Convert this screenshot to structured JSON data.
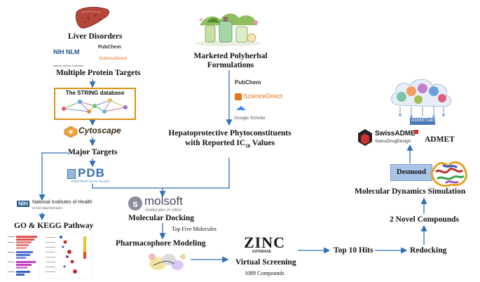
{
  "left_column": {
    "liver_disorders": "Liver Disorders",
    "nih_nlm": "NIH NLM",
    "nih_nlm_sub": "National Library of Medicine",
    "pubchem": "PubChem",
    "sciencedirect": "ScienceDirect",
    "multiple_protein_targets": "Multiple Protein Targets",
    "string_db": "The STRING database",
    "cytoscape": "Cytoscape",
    "major_targets": "Major Targets",
    "pdb": "PDB",
    "pdb_sub": "PROTEIN DATA BANK",
    "nih_david": "National Institutes of Health",
    "nih_david_sub": "DAVID Bioinformatics",
    "nih_badge": "NIH",
    "go_kegg": "GO & KEGG Pathway"
  },
  "center_column": {
    "marketed_line1": "Marketed Polyherbal",
    "marketed_line2": "Formulations",
    "pubchem": "PubChem",
    "sciencedirect": "ScienceDirect",
    "google_scholar": "Google Scholar",
    "hepato_line1": "Hepatoprotective Phytoconstituents",
    "hepato_line2_pre": "with Reported IC",
    "hepato_sub": "50",
    "hepato_line2_post": " Values",
    "molsoft": "molsoft",
    "molsoft_sub": "molecules in silico",
    "molecular_docking": "Molecular Docking",
    "top_five": "Top Five Molecules",
    "pharmacophore": "Pharmacophore Modeling",
    "zinc": "ZINC",
    "zinc_sub": "DATABASE",
    "virtual_screening": "Virtual Screening",
    "compounds_1089": "1089 Compounds"
  },
  "right_column": {
    "admetlab": "ADMETlab3.0",
    "swissadme": "SwissADME",
    "swissdrugdesign": "SwissDrugDesign",
    "admet": "ADMET",
    "desmond": "Desmond",
    "md_simulation": "Molecular Dynamics Simulation",
    "novel_compounds": "2 Novel Compounds",
    "top10": "Top 10 Hits",
    "redocking": "Redocking"
  },
  "colors": {
    "arrow": "#2e6fb8",
    "string_border": "#d9931d",
    "desmond_bg": "#a9c4e6",
    "sciencedirect_orange": "#e8731c",
    "pdb_blue": "#3a6fb0",
    "zinc_text": "#1a1a1a"
  }
}
